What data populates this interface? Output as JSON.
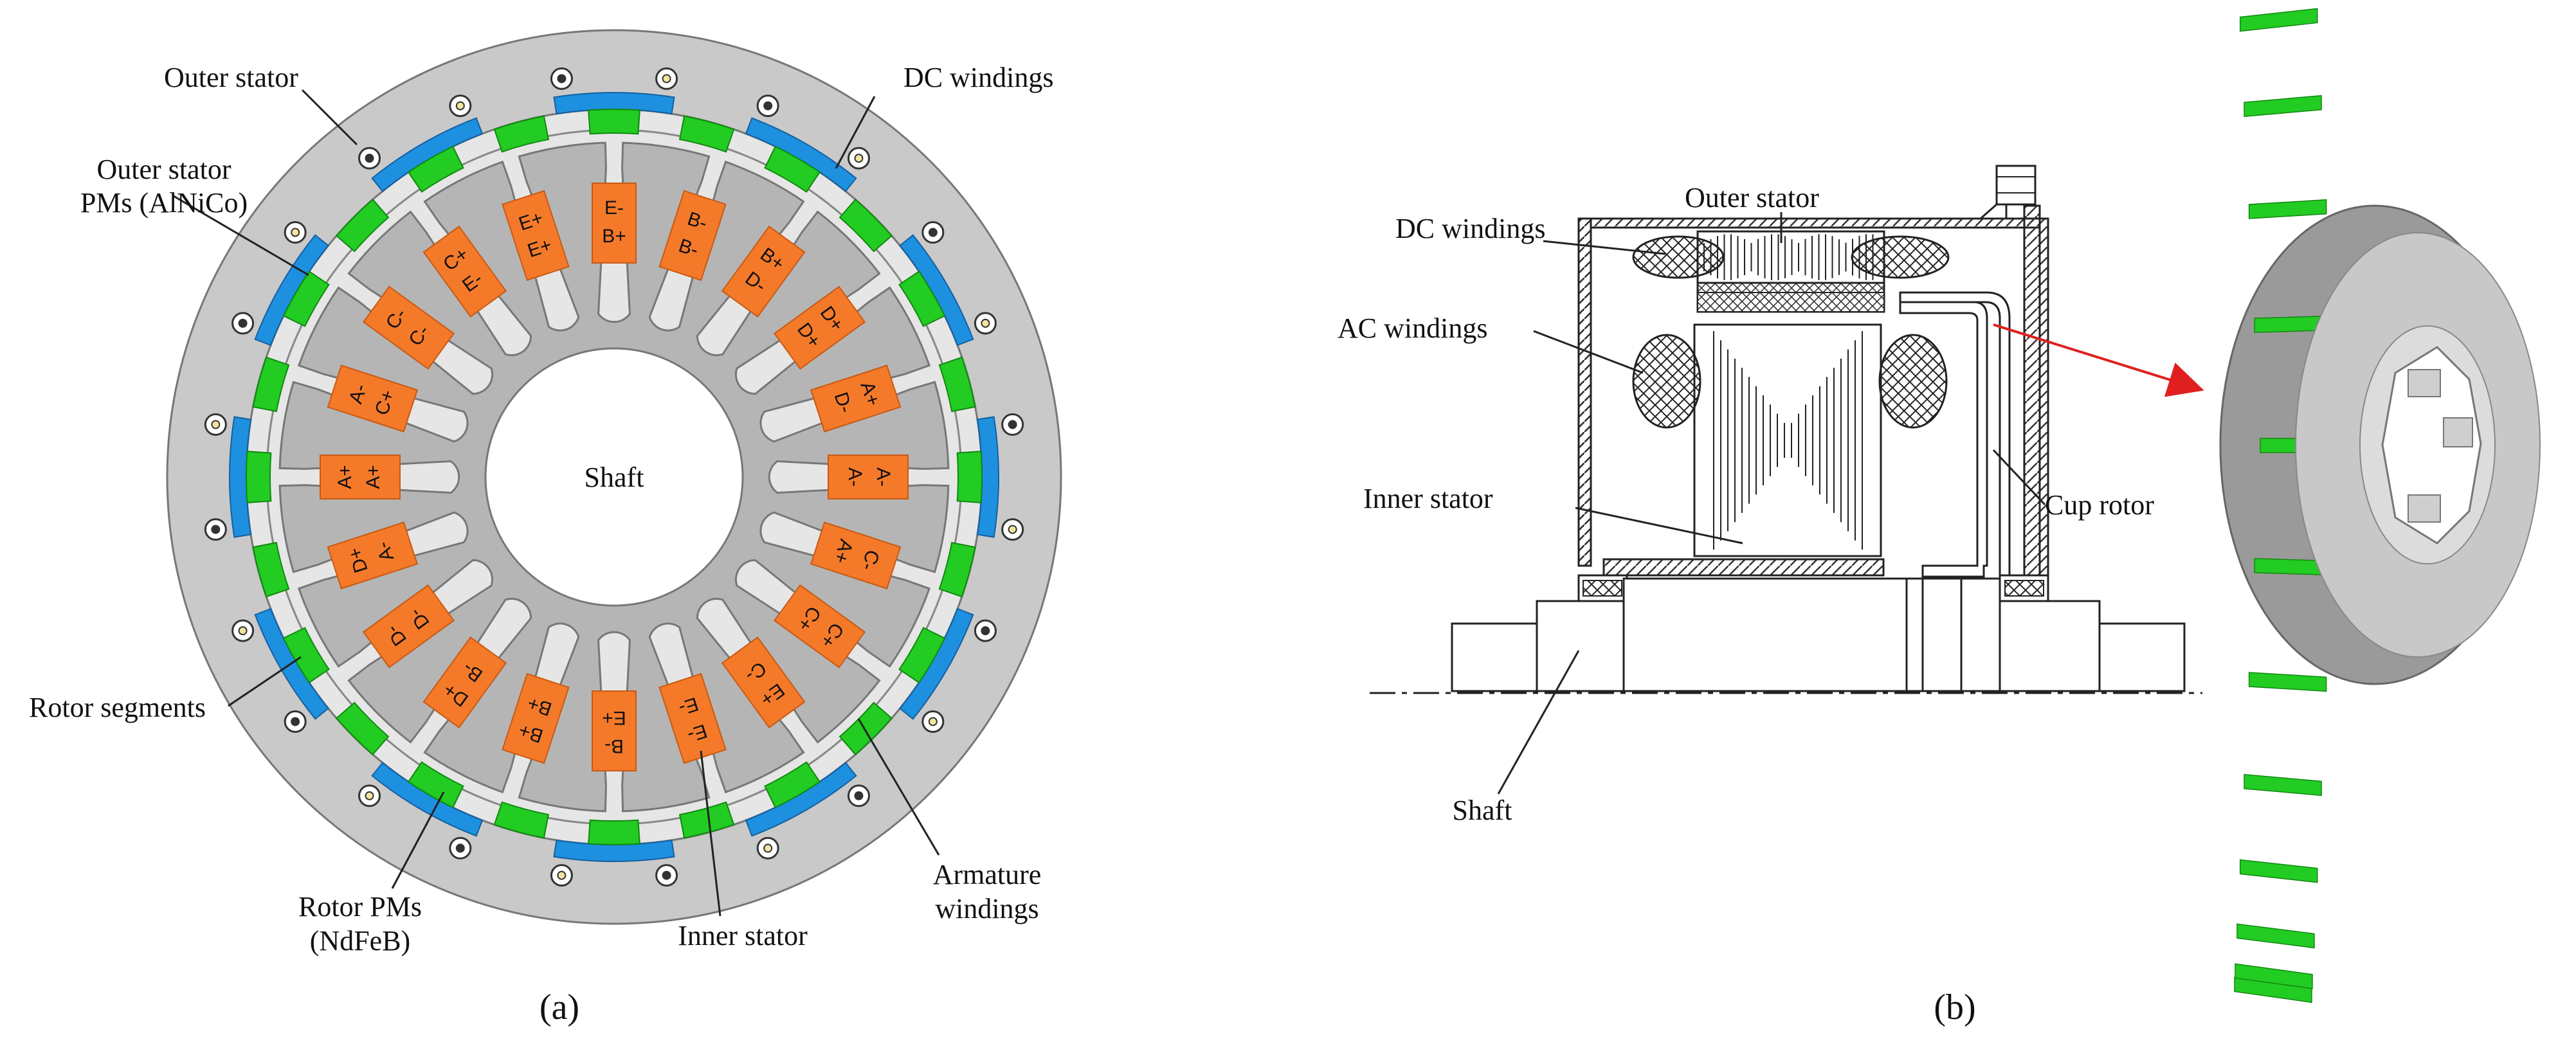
{
  "figure_a": {
    "caption": "(a)",
    "labels": {
      "outer_stator": "Outer stator",
      "dc_windings": "DC windings",
      "outer_stator_pms_line1": "Outer stator",
      "outer_stator_pms_line2": "PMs (AlNiCo)",
      "shaft": "Shaft",
      "rotor_segments": "Rotor segments",
      "rotor_pms_line1": "Rotor PMs",
      "rotor_pms_line2": "(NdFeB)",
      "inner_stator": "Inner stator",
      "armature_windings_line1": "Armature",
      "armature_windings_line2": "windings"
    },
    "slot_coils": [
      [
        "E-",
        "B+"
      ],
      [
        "B-",
        "B-"
      ],
      [
        "B+",
        "D-"
      ],
      [
        "D+",
        "D+"
      ],
      [
        "A+",
        "D-"
      ],
      [
        "A-",
        "A-"
      ],
      [
        "C-",
        "A+"
      ],
      [
        "C+",
        "C+"
      ],
      [
        "E+",
        "C-"
      ],
      [
        "E-",
        "E-"
      ],
      [
        "B-",
        "E+"
      ],
      [
        "B+",
        "B+"
      ],
      [
        "D+",
        "B-"
      ],
      [
        "D-",
        "D-"
      ],
      [
        "D+",
        "A-"
      ],
      [
        "A+",
        "A+"
      ],
      [
        "A-",
        "C+"
      ],
      [
        "C-",
        "C-"
      ],
      [
        "C+",
        "E-"
      ],
      [
        "E+",
        "E+"
      ]
    ],
    "colors": {
      "outer_stator": "#c9c9c9",
      "inner_stator": "#b5b5b5",
      "dc_pm": "#1e90e0",
      "rotor_pm": "#22cc22",
      "armature_coil": "#f47a2a"
    }
  },
  "figure_b": {
    "caption": "(b)",
    "labels": {
      "dc_windings": "DC windings",
      "outer_stator": "Outer stator",
      "ac_windings": "AC windings",
      "inner_stator": "Inner stator",
      "cup_rotor": "Cup rotor",
      "shaft": "Shaft"
    }
  }
}
